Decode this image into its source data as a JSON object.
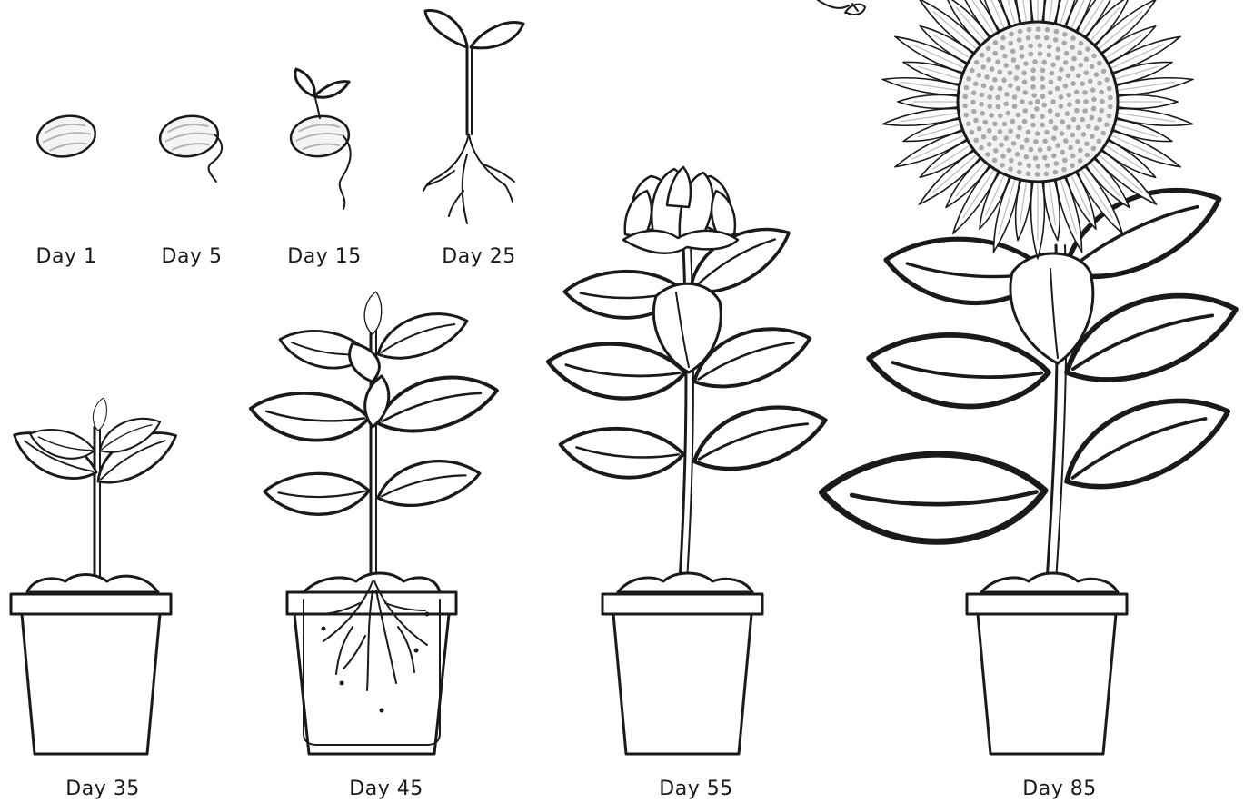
{
  "stages": [
    {
      "id": "day-1",
      "label": "Day 1"
    },
    {
      "id": "day-5",
      "label": "Day 5"
    },
    {
      "id": "day-15",
      "label": "Day 15"
    },
    {
      "id": "day-25",
      "label": "Day 25"
    },
    {
      "id": "day-35",
      "label": "Day 35"
    },
    {
      "id": "day-45",
      "label": "Day 45"
    },
    {
      "id": "day-55",
      "label": "Day 55"
    },
    {
      "id": "day-85",
      "label": "Day 85"
    }
  ],
  "colors": {
    "ink": "#1a1a1a",
    "seed_stripe": "#b3b3b3",
    "disk_dot": "#a8a8a8",
    "background": "#ffffff"
  }
}
